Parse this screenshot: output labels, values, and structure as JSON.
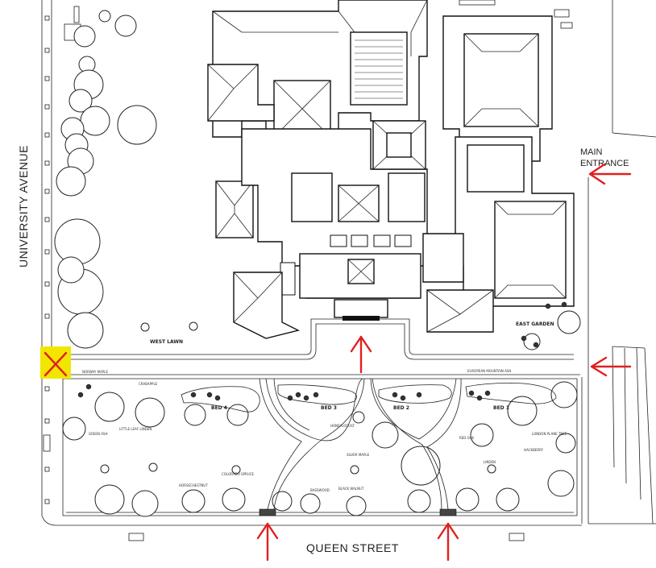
{
  "streets": {
    "university_avenue": "UNIVERSITY AVENUE",
    "queen_street": "QUEEN STREET"
  },
  "entrance": {
    "line1": "MAIN",
    "line2": "ENTRANCE"
  },
  "areas": {
    "west_lawn": "WEST LAWN",
    "east_garden": "EAST GARDEN"
  },
  "beds": [
    "BED 4",
    "BED 3",
    "BED 2",
    "BED 1"
  ],
  "plant_labels": [
    "NORWAY MAPLE",
    "CRABAPPLE",
    "GREEN ASH",
    "LITTLE LEAF LINDEN",
    "EUROPEAN MOUNTAIN ASH",
    "HONEYLOCUST",
    "RED OAK",
    "SILVER MAPLE",
    "HORSECHESTNUT",
    "LONDON PLANE TREE",
    "BASSWOOD",
    "BLACK WALNUT",
    "COLORADO SPRUCE",
    "LINDEN",
    "HACKBERRY"
  ],
  "colors": {
    "arrow": "#e02020",
    "closed_marker": "#f2e500",
    "closed_x": "#e02020",
    "linework": "#111111"
  },
  "markers": {
    "closed_entrance_icon": "x-icon",
    "arrow_icon": "arrow-icon"
  }
}
